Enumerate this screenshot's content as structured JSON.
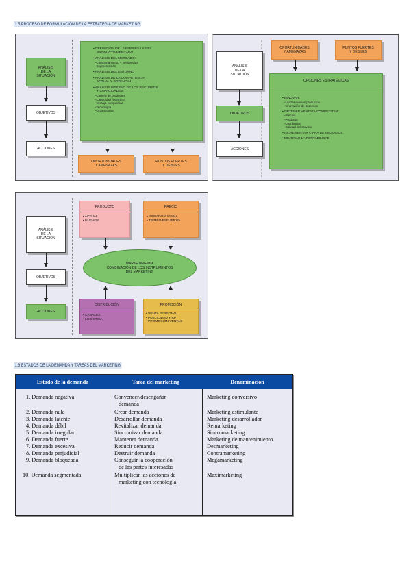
{
  "section1": {
    "title": "1.5 Proceso de formulación de la estrategia de marketing"
  },
  "diagram1": {
    "left": {
      "analisis": [
        "ANÁLISIS",
        "DE LA",
        "SITUACIÓN"
      ],
      "objetivos": "OBJETIVOS",
      "acciones": "ACCIONES"
    },
    "main_items": [
      {
        "type": "b",
        "text": "DEFINICIÓN DE LA EMPRESA Y DEL"
      },
      {
        "type": "c",
        "text": "PRODUCTO/MERCADO"
      },
      {
        "type": "gap"
      },
      {
        "type": "b",
        "text": "ANÁLISIS DEL MERCADO:"
      },
      {
        "type": "s",
        "text": "–Comportamiento – Tendencias"
      },
      {
        "type": "s",
        "text": "–Segmentación"
      },
      {
        "type": "gap"
      },
      {
        "type": "b",
        "text": "ANÁLISIS DEL ENTORNO"
      },
      {
        "type": "gap"
      },
      {
        "type": "b",
        "text": "ANÁLISIS DE LA COMPETENCIA"
      },
      {
        "type": "c",
        "text": "ACTUAL Y POTENCIAL"
      },
      {
        "type": "gap"
      },
      {
        "type": "b",
        "text": "ANÁLISIS INTERNO DE LOS RECURSOS"
      },
      {
        "type": "c",
        "text": "Y CAPACIDADES:"
      },
      {
        "type": "s",
        "text": "–Cartera de productes"
      },
      {
        "type": "s",
        "text": "–Capacidad financiera"
      },
      {
        "type": "s",
        "text": "–Ventaja competitiva"
      },
      {
        "type": "s",
        "text": "–Tecnología"
      },
      {
        "type": "s",
        "text": "–Organización"
      }
    ],
    "oportunidades": [
      "OPORTUNIDADES",
      "Y AMENAZAS"
    ],
    "puntos": [
      "PUNTOS FUERTES",
      "Y DÉBILES"
    ]
  },
  "diagram2": {
    "left": {
      "analisis": [
        "ANÁLISIS",
        "DE LA",
        "SITUACIÓN"
      ],
      "objetivos": "OBJETIVOS",
      "acciones": "ACCIONES"
    },
    "oportunidades": [
      "OPORTUNIDADES",
      "Y AMENAZAS"
    ],
    "puntos": [
      "PUNTOS FUERTES",
      "Y DÉBILES"
    ],
    "opciones_title": "OPCIONES ESTRATÉGICAS",
    "opciones_items": [
      {
        "type": "b",
        "text": "INNOVAR:"
      },
      {
        "type": "s",
        "text": "–Lanzar nuevos productos"
      },
      {
        "type": "s",
        "text": "–Innovación de procesos"
      },
      {
        "type": "gap"
      },
      {
        "type": "b",
        "text": "OBTENER VENTAJA COMPETITIVA:"
      },
      {
        "type": "s",
        "text": "–Precios"
      },
      {
        "type": "s",
        "text": "–Producto"
      },
      {
        "type": "s",
        "text": "–Distribución"
      },
      {
        "type": "s",
        "text": "–Calidad del servicio"
      },
      {
        "type": "gap"
      },
      {
        "type": "b",
        "text": "INCREMENTAR CIFRA DE NEGOCIOS"
      },
      {
        "type": "gap"
      },
      {
        "type": "b",
        "text": "MEJORAR LA RENTABILIDAD"
      }
    ]
  },
  "diagram3": {
    "left": {
      "analisis": [
        "ANÁLISIS",
        "DE LA",
        "SITUACIÓN"
      ],
      "objetivos": "OBJETIVOS",
      "acciones": "ACCIONES"
    },
    "producto": {
      "title": "PRODUCTO",
      "items": [
        "ACTUAL",
        "NUEVOS"
      ]
    },
    "precio": {
      "title": "PRECIO",
      "items": [
        "INDIVIDUAL/GAMA",
        "TIEMPO/ESFUERZO"
      ]
    },
    "mix": [
      "MARKETING-MIX",
      "COMBINACIÓN DE LOS INSTRUMENTOS",
      "DEL MARKETING"
    ],
    "distribucion": {
      "title": "DISTRIBUCIÓN",
      "items": [
        "CANALES",
        "LOGÍSTICA"
      ]
    },
    "promocion": {
      "title": "PROMOCIÓN",
      "items": [
        "VENTA PERSONAL",
        "PUBLICIDAD Y RP",
        "PROMOCIÓN VENTAS"
      ]
    }
  },
  "section2": {
    "title": "1.6 Estados de la demanda y tareas del marketing"
  },
  "table": {
    "headers": [
      "Estado de la demanda",
      "Tarea del marketing",
      "Denominación"
    ],
    "rows": [
      {
        "estado": "1. Demanda negativa",
        "tarea": [
          "Convencer/desengañar",
          "demanda"
        ],
        "denominacion": "Marketing conversivo"
      },
      {
        "estado": "2. Demanda nula",
        "tarea": [
          "Crear demanda"
        ],
        "denominacion": "Marketing estimulante"
      },
      {
        "estado": "3. Demanda latente",
        "tarea": [
          "Desarrollar demanda"
        ],
        "denominacion": "Marketing desarrollador"
      },
      {
        "estado": "4. Demanda débil",
        "tarea": [
          "Revitalizar demanda"
        ],
        "denominacion": "Remarketing"
      },
      {
        "estado": "5. Demanda irregular",
        "tarea": [
          "Sincronizar demanda"
        ],
        "denominacion": "Sincromarketing"
      },
      {
        "estado": "6. Demanda fuerte",
        "tarea": [
          "Mantener demanda"
        ],
        "denominacion": "Marketing de mantenimiento"
      },
      {
        "estado": "7. Demanda excesiva",
        "tarea": [
          "Reducir demanda"
        ],
        "denominacion": "Desmarketing"
      },
      {
        "estado": "8. Demanda perjudicial",
        "tarea": [
          "Destruir demanda"
        ],
        "denominacion": "Contramarketing"
      },
      {
        "estado": "9. Demanda bloqueada",
        "tarea": [
          "Conseguir la cooperación",
          "de las partes interesadas"
        ],
        "denominacion": "Megamarketing"
      },
      {
        "estado": "10. Demanda segmentada",
        "tarea": [
          "Multiplicar las acciones de",
          "marketing con tecnología"
        ],
        "denominacion": "Maximarketing"
      }
    ]
  },
  "colors": {
    "green": "#7cbf66",
    "orange": "#f4a45a",
    "pink": "#f7b7b8",
    "purple": "#b570b2",
    "yellow": "#e6bc4c",
    "table_header": "#0b4aa2",
    "panel_bg": "#e8e9f3"
  }
}
